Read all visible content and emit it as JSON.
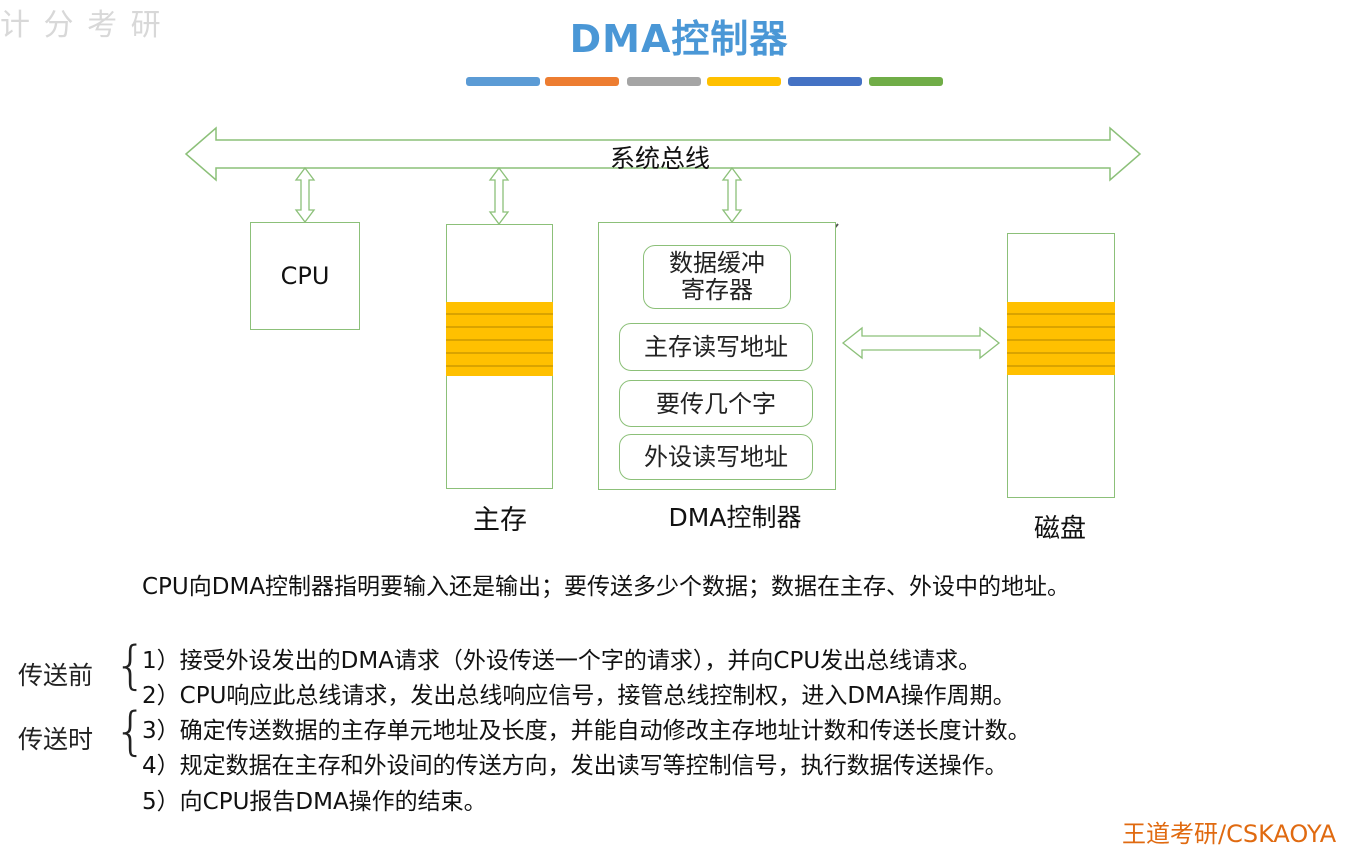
{
  "corner_text": "计 分 考 研",
  "title": "DMA控制器",
  "title_color": "#4a97d6",
  "color_bars": [
    "#5b9bd5",
    "#ed7d31",
    "#a5a5a5",
    "#ffc000",
    "#4472c4",
    "#70ad47"
  ],
  "diagram": {
    "bus_label": "系统总线",
    "cpu_label": "CPU",
    "memory_label": "主存",
    "dma_label": "DMA控制器",
    "disk_label": "磁盘",
    "dma_registers": {
      "buffer": "数据缓冲\n寄存器",
      "mem_addr": "主存读写地址",
      "word_count": "要传几个字",
      "dev_addr": "外设读写地址"
    },
    "accent_color": "#ffc000",
    "line_color": "#8cc079"
  },
  "summary": "CPU向DMA控制器指明要输入还是输出；要传送多少个数据；数据在主存、外设中的地址。",
  "phases": {
    "before": "传送前",
    "during": "传送时"
  },
  "steps": [
    "1）接受外设发出的DMA请求（外设传送一个字的请求），并向CPU发出总线请求。",
    "2）CPU响应此总线请求，发出总线响应信号，接管总线控制权，进入DMA操作周期。",
    "3）确定传送数据的主存单元地址及长度，并能自动修改主存地址计数和传送长度计数。",
    "4）规定数据在主存和外设间的传送方向，发出读写等控制信号，执行数据传送操作。",
    "5）向CPU报告DMA操作的结束。"
  ],
  "watermark": "王道考研/CSKAOYA"
}
